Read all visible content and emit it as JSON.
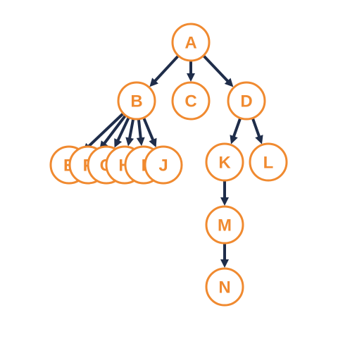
{
  "diagram": {
    "type": "tree",
    "colors": {
      "node_stroke": "#f08a30",
      "node_text": "#f08a30",
      "node_fill": "#ffffff",
      "edge": "#1f2d4a"
    },
    "nodes": [
      {
        "id": "A",
        "label": "A"
      },
      {
        "id": "B",
        "label": "B"
      },
      {
        "id": "C",
        "label": "C"
      },
      {
        "id": "D",
        "label": "D"
      },
      {
        "id": "E",
        "label": "E"
      },
      {
        "id": "F",
        "label": "F"
      },
      {
        "id": "G",
        "label": "G"
      },
      {
        "id": "H",
        "label": "H"
      },
      {
        "id": "I",
        "label": "I"
      },
      {
        "id": "J",
        "label": "J"
      },
      {
        "id": "K",
        "label": "K"
      },
      {
        "id": "L",
        "label": "L"
      },
      {
        "id": "M",
        "label": "M"
      },
      {
        "id": "N",
        "label": "N"
      }
    ],
    "edges": [
      {
        "from": "A",
        "to": "B"
      },
      {
        "from": "A",
        "to": "C"
      },
      {
        "from": "A",
        "to": "D"
      },
      {
        "from": "B",
        "to": "E"
      },
      {
        "from": "B",
        "to": "F"
      },
      {
        "from": "B",
        "to": "G"
      },
      {
        "from": "B",
        "to": "H"
      },
      {
        "from": "B",
        "to": "I"
      },
      {
        "from": "B",
        "to": "J"
      },
      {
        "from": "D",
        "to": "K"
      },
      {
        "from": "D",
        "to": "L"
      },
      {
        "from": "K",
        "to": "M"
      },
      {
        "from": "M",
        "to": "N"
      }
    ]
  }
}
